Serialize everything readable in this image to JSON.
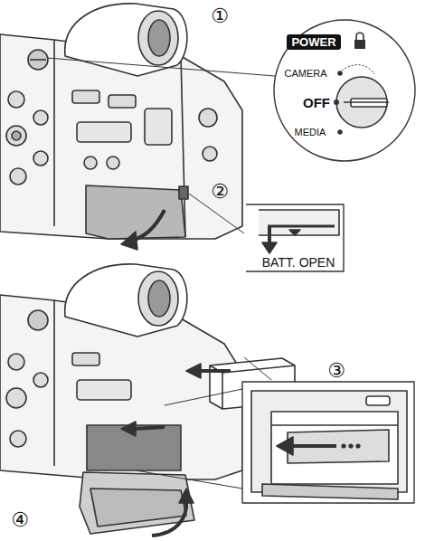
{
  "diagram": {
    "labels": [
      "①",
      "POWER",
      "CAMERA",
      "OFF",
      "MEDIA",
      "②",
      "BATT. OPEN",
      "③",
      "④"
    ]
  }
}
